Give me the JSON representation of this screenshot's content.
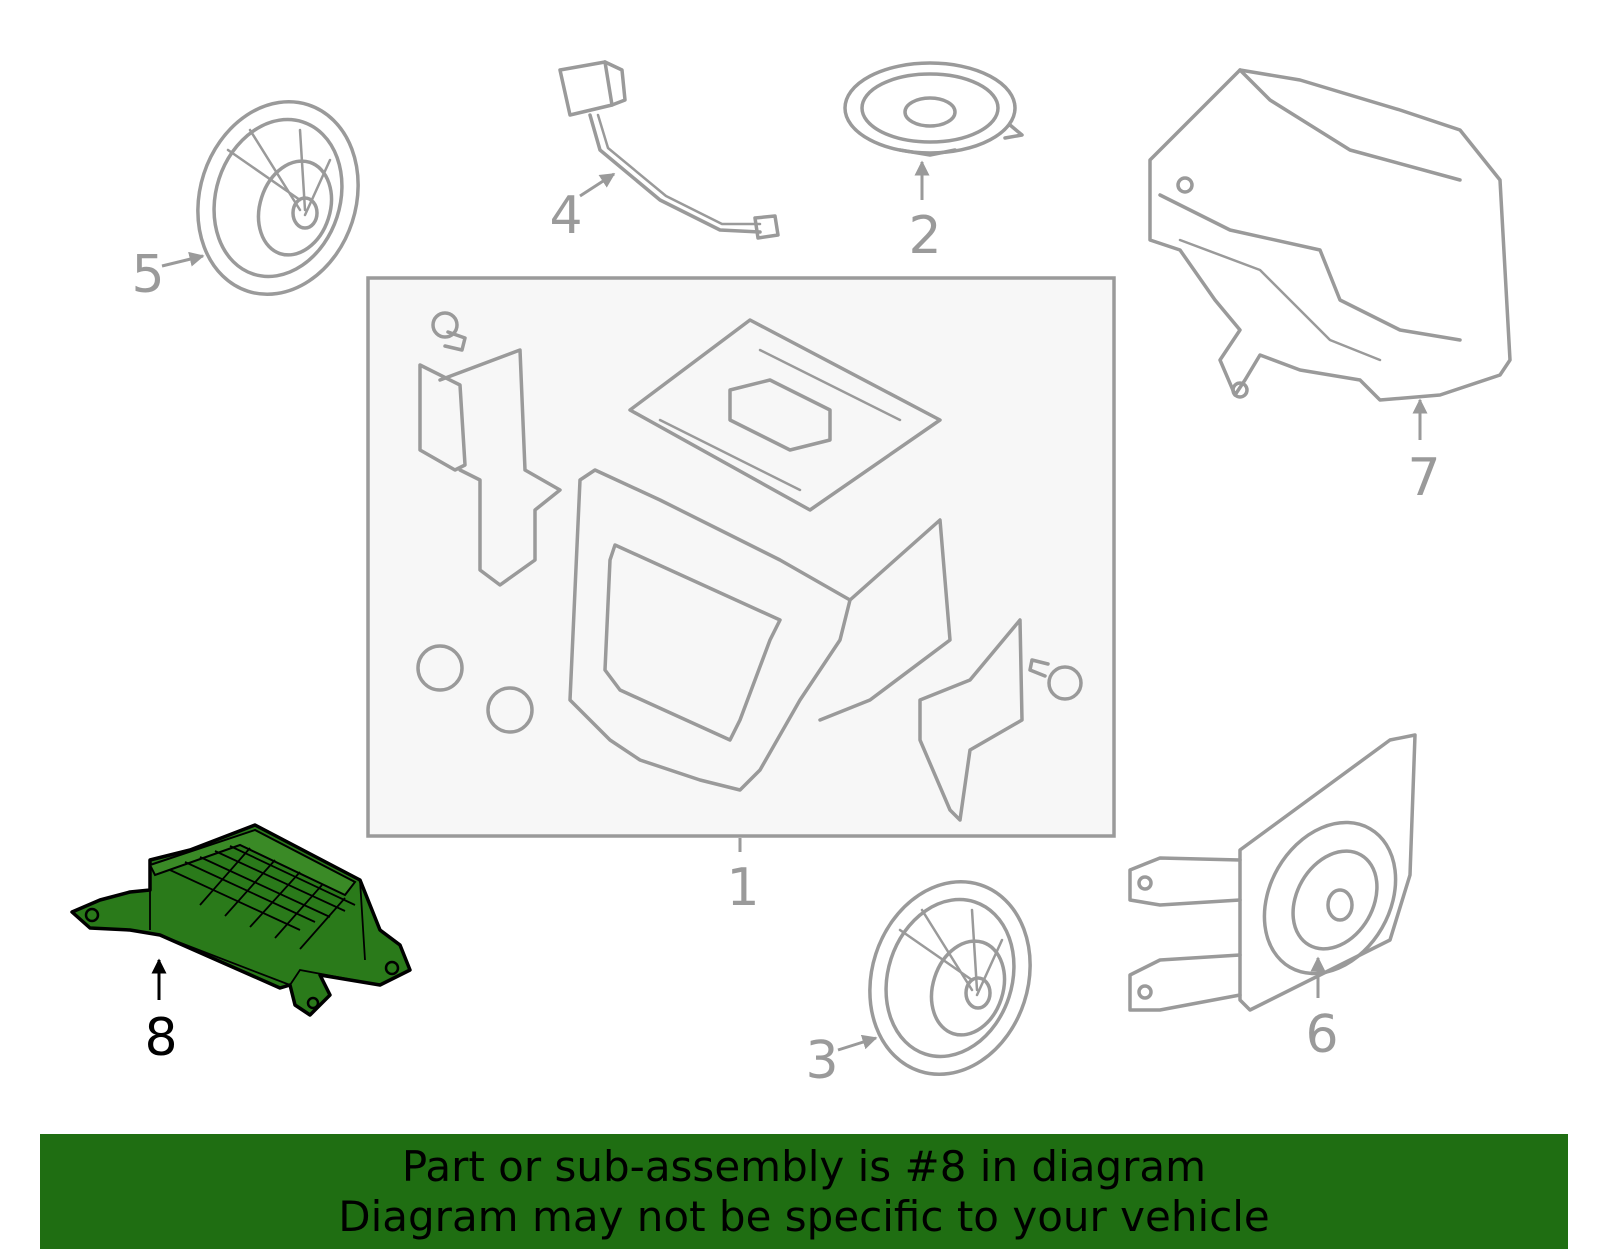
{
  "callouts": {
    "c1": "1",
    "c2": "2",
    "c3": "3",
    "c4": "4",
    "c5": "5",
    "c6": "6",
    "c7": "7",
    "c8": "8"
  },
  "highlighted_part": "8",
  "colors": {
    "line": "#9a9a9a",
    "highlight_fill": "#2a7a1a",
    "highlight_stroke": "#000000",
    "banner_bg": "#1f6e12",
    "assembly_box_bg": "#f7f7f7"
  },
  "banner": {
    "line1": "Part or sub-assembly is #8 in diagram",
    "line2": "Diagram may not be specific to your vehicle"
  }
}
